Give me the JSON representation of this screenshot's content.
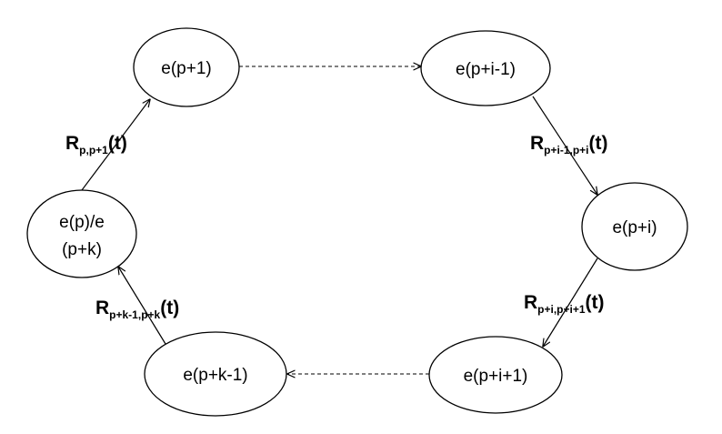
{
  "nodes": {
    "n1": {
      "label": "e(p+1)"
    },
    "n2": {
      "label": "e(p+i-1)"
    },
    "n3": {
      "label": "e(p+i)"
    },
    "n4": {
      "label": "e(p+i+1)"
    },
    "n5": {
      "label": "e(p+k-1)"
    },
    "n6": {
      "line1": "e(p)/e",
      "line2": "(p+k)"
    }
  },
  "edges": {
    "r1": {
      "main": "R",
      "sub": "p,p+1",
      "tail": "(t)"
    },
    "r2": {
      "main": "R",
      "sub": "p+i-1,p+i",
      "tail": "(t)"
    },
    "r3": {
      "main": "R",
      "sub": "p+i,p+i+1",
      "tail": "(t)"
    },
    "r4": {
      "main": "R",
      "sub": "p+k-1,p+k",
      "tail": "(t)"
    }
  }
}
